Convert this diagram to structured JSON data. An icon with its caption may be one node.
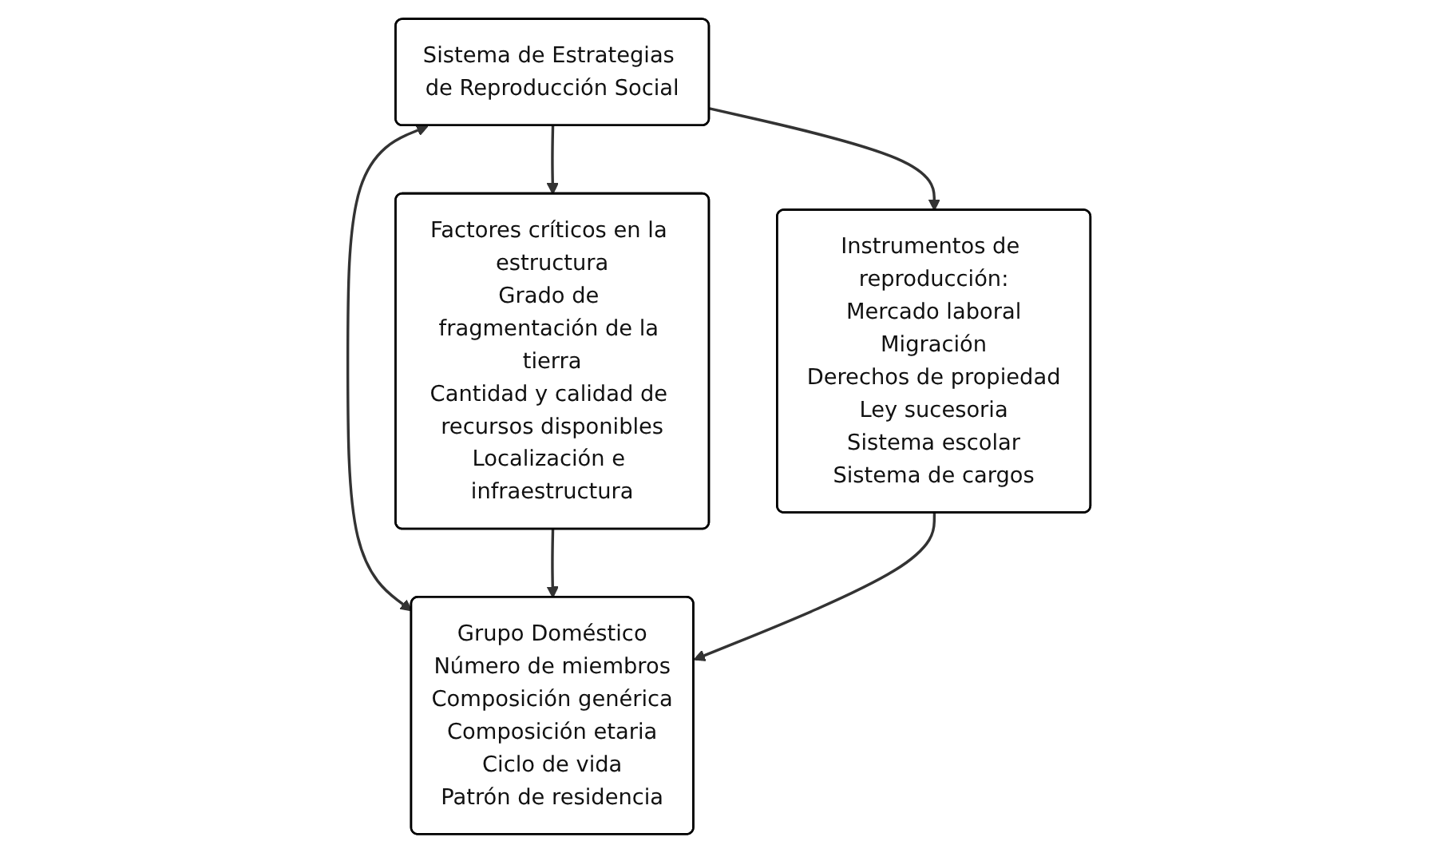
{
  "diagram": {
    "nodes": [
      {
        "text": [
          "Sistema de Estrategias de Reproducción Social"
        ]
      },
      {
        "text": [
          "Factores críticos en la estructura",
          "Grado de fragmentación de la tierra",
          "Cantidad y calidad de recursos disponibles",
          "Localización e infraestructura"
        ]
      },
      {
        "text": [
          "Grupo Doméstico",
          "Número de miembros",
          "Composición genérica",
          "Composición etaria",
          "Ciclo de vida",
          "Patrón de residencia"
        ]
      },
      {
        "text": [
          "Instrumentos de reproducción:",
          "Mercado laboral",
          "Migración",
          "Derechos de propiedad",
          "Ley sucesoria",
          "Sistema escolar",
          "Sistema de cargos"
        ]
      }
    ],
    "edges": [
      {
        "from": 0,
        "to": 1,
        "arrow": "to"
      },
      {
        "from": 0,
        "to": 3,
        "arrow": "to"
      },
      {
        "from": 0,
        "to": 2,
        "arrow": "both"
      },
      {
        "from": 1,
        "to": 2,
        "arrow": "to"
      },
      {
        "from": 3,
        "to": 2,
        "arrow": "to"
      }
    ]
  }
}
